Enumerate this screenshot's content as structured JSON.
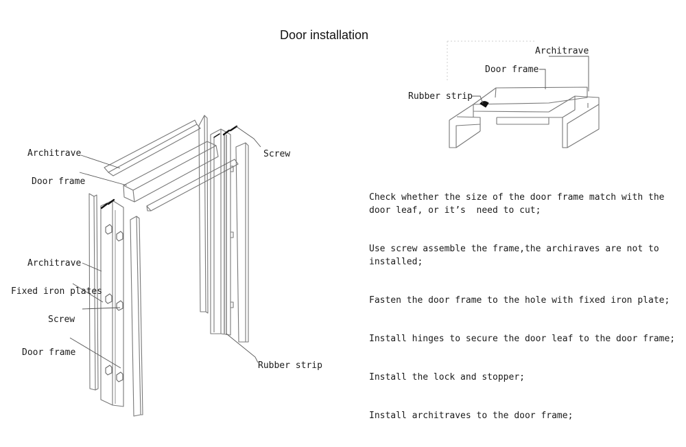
{
  "title": "Door installation",
  "main_diagram": {
    "labels": {
      "architrave_top": "Architrave",
      "door_frame_top": "Door frame",
      "screw_top": "Screw",
      "architrave_side": "Architrave",
      "fixed_iron_plates": "Fixed iron plates",
      "screw_side": "Screw",
      "door_frame_side": "Door frame",
      "rubber_strip": "Rubber strip"
    }
  },
  "section_diagram": {
    "labels": {
      "architrave": "Architrave",
      "door_frame": "Door frame",
      "rubber_strip": "Rubber strip"
    }
  },
  "steps": [
    "Check whether the size of the door frame match with the door leaf, or it’s  need to cut;",
    "Use screw assemble the frame,the archiraves are not to installed;",
    "Fasten the door frame to the hole with fixed iron plate;",
    "Install hinges to secure the door leaf to the door frame;",
    "Install the lock and stopper;",
    "Install architraves to the door frame;"
  ]
}
